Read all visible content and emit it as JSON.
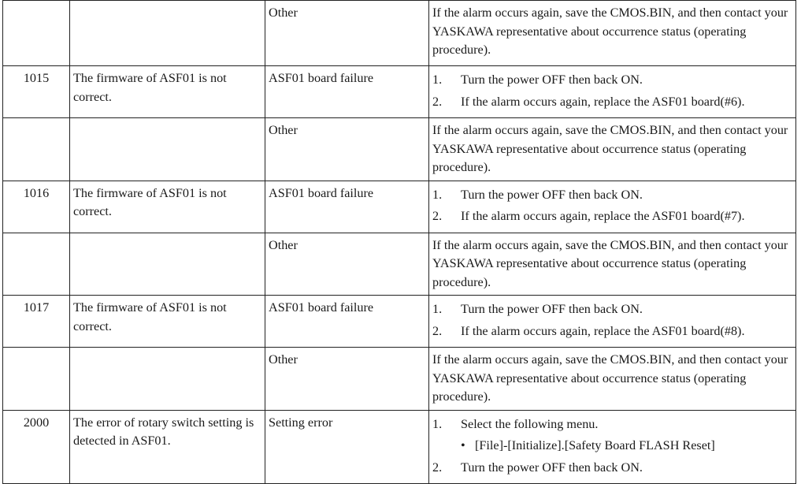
{
  "rows": [
    {
      "code": "",
      "cause_text": "",
      "label": "Other",
      "remedy_text": "If the alarm occurs again, save the CMOS.BIN, and then contact your YASKAWA representative about occurrence status (operating procedure)."
    },
    {
      "code": "1015",
      "cause_text": "The firmware of ASF01 is not correct.",
      "label": "ASF01 board failure",
      "steps": [
        {
          "num": "1.",
          "text": "Turn the power OFF then back ON."
        },
        {
          "num": "2.",
          "text": "If the alarm occurs again, replace the ASF01 board(#6)."
        }
      ]
    },
    {
      "code": "",
      "cause_text": "",
      "label": "Other",
      "remedy_text": "If the alarm occurs again, save the CMOS.BIN, and then contact your YASKAWA representative about occurrence status (operating procedure)."
    },
    {
      "code": "1016",
      "cause_text": "The firmware of ASF01 is not correct.",
      "label": "ASF01 board failure",
      "steps": [
        {
          "num": "1.",
          "text": "Turn the power OFF then back ON."
        },
        {
          "num": "2.",
          "text": "If the alarm occurs again, replace the ASF01 board(#7)."
        }
      ]
    },
    {
      "code": "",
      "cause_text": "",
      "label": "Other",
      "remedy_text": "If the alarm occurs again, save the CMOS.BIN, and then contact your YASKAWA representative about occurrence status (operating procedure)."
    },
    {
      "code": "1017",
      "cause_text": "The firmware of ASF01 is not correct.",
      "label": "ASF01 board failure",
      "steps": [
        {
          "num": "1.",
          "text": "Turn the power OFF then back ON."
        },
        {
          "num": "2.",
          "text": "If the alarm occurs again, replace the ASF01 board(#8)."
        }
      ]
    },
    {
      "code": "",
      "cause_text": "",
      "label": "Other",
      "remedy_text": "If the alarm occurs again, save the CMOS.BIN, and then contact your YASKAWA representative about occurrence status (operating procedure)."
    },
    {
      "code": "2000",
      "cause_text": "The error of rotary switch setting is detected in ASF01.",
      "label": "Setting error",
      "steps": [
        {
          "num": "1.",
          "text": "Select the following menu."
        },
        {
          "num": "2.",
          "text": "Turn the power OFF then back ON."
        }
      ],
      "bullet": {
        "symbol": "•",
        "text": "[File]-[Initialize].[Safety Board FLASH Reset]"
      }
    }
  ]
}
